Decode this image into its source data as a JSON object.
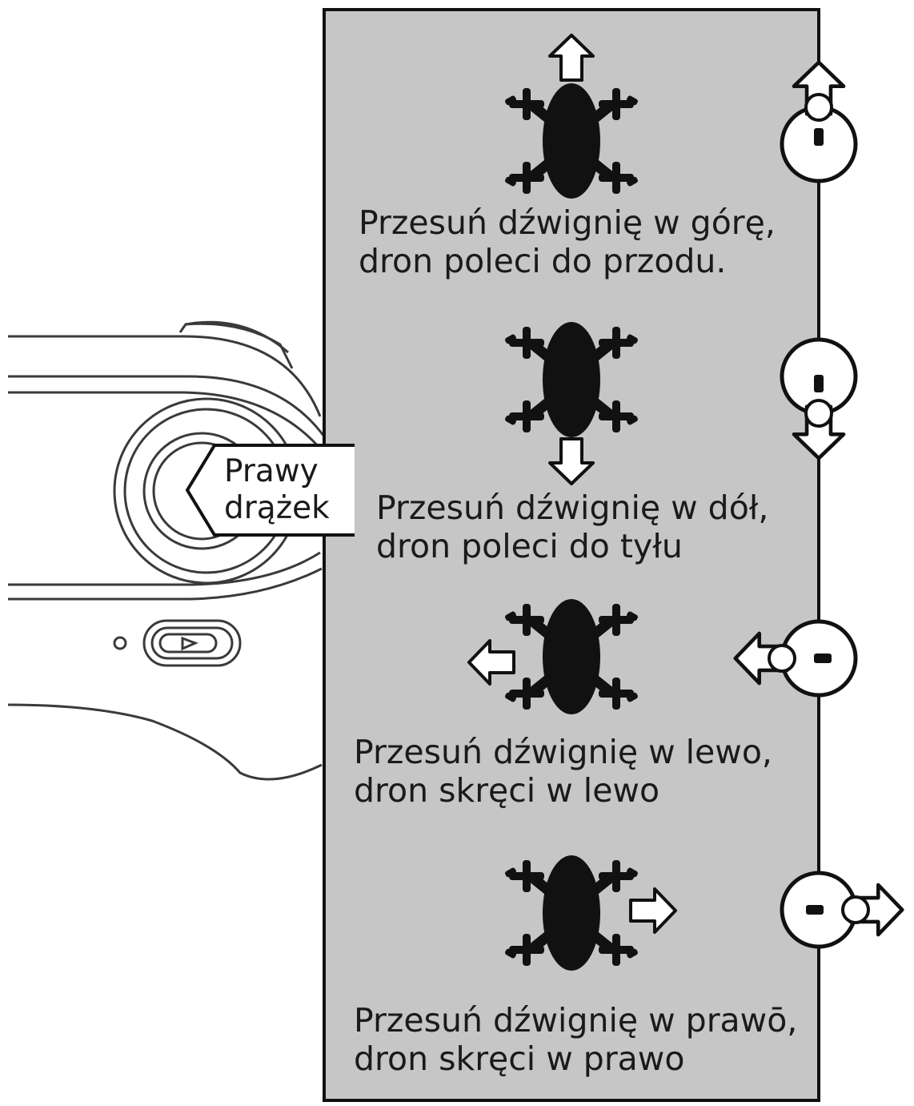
{
  "callout": {
    "label": "Prawy\ndrążek"
  },
  "instructions": [
    {
      "direction": "up",
      "text": "Przesuń dźwignię w górę,\ndron poleci do przodu."
    },
    {
      "direction": "down",
      "text": "Przesuń dźwignię w dół,\ndron poleci do tyłu"
    },
    {
      "direction": "left",
      "text": "Przesuń dźwignię w lewo,\ndron skręci w lewo"
    },
    {
      "direction": "right",
      "text": "Przesuń dźwignię w prawō,\ndron skręci w prawo"
    }
  ],
  "colors": {
    "panel": "#c6c6c6",
    "ink": "#111111",
    "outline": "#1a1a1a"
  },
  "icons": [
    "drone-icon",
    "arrow-icon",
    "joystick-icon"
  ]
}
